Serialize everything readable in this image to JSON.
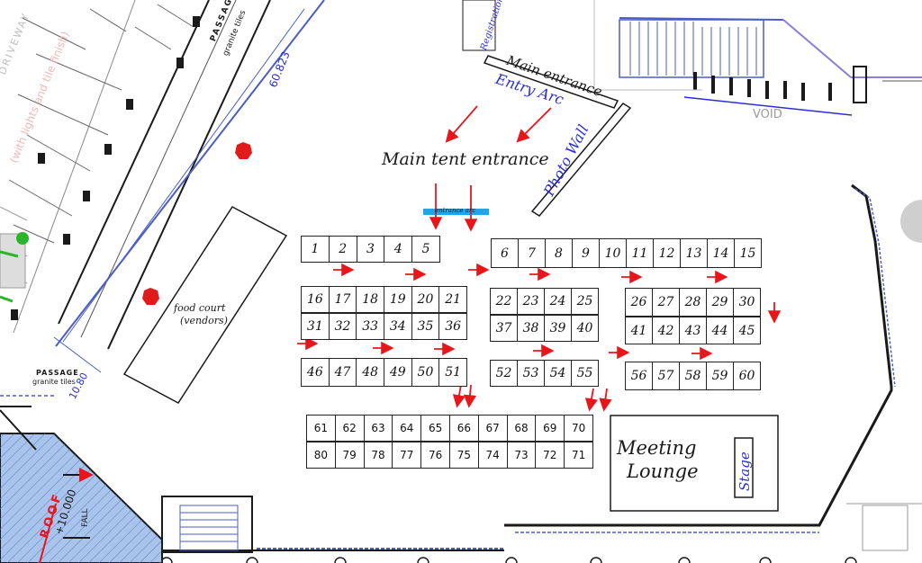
{
  "colors": {
    "arrow": "#e8161b",
    "blue_text": "#2a2ed6",
    "entrance_bar": "#1ea6e6",
    "roof_fill": "#a9c4ec",
    "structure": "#1a1a1a",
    "plan_blue": "#4a5dc4",
    "faint": "#9a9a9a",
    "green": "#2bb52b",
    "red_dot": "#e11a1a"
  },
  "labels": {
    "registration_desk": "Registration Desk",
    "main_entrance": "Main entrance",
    "entry_arc": "Entry Arc",
    "photo_wall": "Photo Wall",
    "main_tent_entrance": "Main tent entrance",
    "entrance_arc_bar": "entrance arc",
    "food_court": "food court",
    "food_court_sub": "(vendors)",
    "meeting_lounge_1": "Meeting",
    "meeting_lounge_2": "Lounge",
    "stage": "Stage",
    "void": "VOID",
    "passage_top": "PASSAGE",
    "granite_top": "granite tiles",
    "passage_left": "PASSAGE",
    "granite_left": "granite tiles",
    "dim_6082": "60.823",
    "dim_1080": "10.80",
    "roof": "ROOF",
    "roof_level": "+10.000",
    "fall": "FALL",
    "faded_drive": "DRIVEWAY",
    "faded_red": "(with lights and tile finish)"
  },
  "booths": {
    "row_a_left": [
      "1",
      "2",
      "3",
      "4",
      "5"
    ],
    "row_a_right": [
      "6",
      "7",
      "8",
      "9",
      "10",
      "11",
      "12",
      "13",
      "14",
      "15"
    ],
    "block_left_top": [
      "16",
      "17",
      "18",
      "19",
      "20",
      "21"
    ],
    "block_left_bottom": [
      "31",
      "32",
      "33",
      "34",
      "35",
      "36"
    ],
    "block_mid_top": [
      "22",
      "23",
      "24",
      "25"
    ],
    "block_mid_bottom": [
      "37",
      "38",
      "39",
      "40"
    ],
    "block_right_top": [
      "26",
      "27",
      "28",
      "29",
      "30"
    ],
    "block_right_bottom": [
      "41",
      "42",
      "43",
      "44",
      "45"
    ],
    "row_c_left": [
      "46",
      "47",
      "48",
      "49",
      "50",
      "51"
    ],
    "row_c_mid": [
      "52",
      "53",
      "54",
      "55"
    ],
    "row_c_right": [
      "56",
      "57",
      "58",
      "59",
      "60"
    ],
    "block_lower_top": [
      "61",
      "62",
      "63",
      "64",
      "65",
      "66",
      "67",
      "68",
      "69",
      "70"
    ],
    "block_lower_bottom": [
      "80",
      "79",
      "78",
      "77",
      "76",
      "75",
      "74",
      "73",
      "72",
      "71"
    ]
  }
}
